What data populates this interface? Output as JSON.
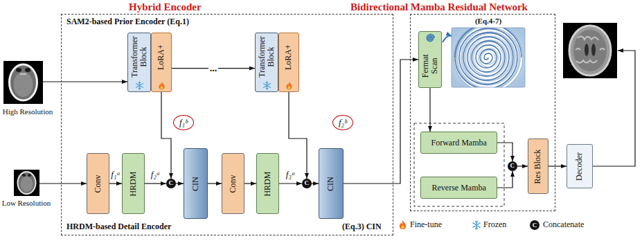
{
  "diagram": {
    "nodes": [
      {
        "text": [
          "Hybrid Encoder"
        ]
      },
      {
        "text": [
          "Transformer Block"
        ],
        "in": 0
      },
      {
        "text": [
          "LoRA+"
        ],
        "in": 0
      },
      {
        "text": [
          "Transformer Block"
        ],
        "in": 0
      },
      {
        "text": [
          "LoRA+"
        ],
        "in": 0
      },
      {
        "text": [
          "f₁ᵇ"
        ],
        "in": 0
      },
      {
        "text": [
          "f₂ᵇ"
        ],
        "in": 0
      },
      {
        "text": [
          "Conv"
        ],
        "in": 0
      },
      {
        "text": [
          "HRDM"
        ],
        "in": 0
      },
      {
        "text": [
          "C"
        ],
        "in": 0
      },
      {
        "text": [
          "CIN"
        ],
        "in": 0
      },
      {
        "text": [
          "Conv"
        ],
        "in": 0
      },
      {
        "text": [
          "HRDM"
        ],
        "in": 0
      },
      {
        "text": [
          "C"
        ],
        "in": 0
      },
      {
        "text": [
          "CIN"
        ],
        "in": 0
      },
      {
        "text": [
          "Bidirectional Mamba Residual Network"
        ]
      },
      {
        "text": [
          "Fermat Scan"
        ],
        "in": 15
      },
      {
        "text": [
          "Forward Mamba"
        ],
        "in": 15
      },
      {
        "text": [
          "Reverse Mamba"
        ],
        "in": 15
      },
      {
        "text": [
          "C"
        ],
        "in": 15
      },
      {
        "text": [
          "Res Block"
        ],
        "in": 15
      },
      {
        "text": [
          "Decoder"
        ]
      }
    ],
    "edges": [
      {
        "from": 2,
        "to": 3,
        "arrow": "to",
        "label": "..."
      },
      {
        "from": 2,
        "to": 9,
        "arrow": "to"
      },
      {
        "from": 4,
        "to": 13,
        "arrow": "to"
      },
      {
        "from": 7,
        "to": 8,
        "arrow": "to",
        "label": "f₁ᵃ"
      },
      {
        "from": 8,
        "to": 9,
        "arrow": "to",
        "label": "f₂ᵃ"
      },
      {
        "from": 9,
        "to": 10,
        "arrow": "to"
      },
      {
        "from": 10,
        "to": 11,
        "arrow": "to"
      },
      {
        "from": 11,
        "to": 12,
        "arrow": "to"
      },
      {
        "from": 12,
        "to": 13,
        "arrow": "to",
        "label": "f₃ᵃ"
      },
      {
        "from": 13,
        "to": 14,
        "arrow": "to"
      },
      {
        "from": 14,
        "to": 16,
        "arrow": "to"
      },
      {
        "from": 16,
        "to": 17,
        "arrow": "to"
      },
      {
        "from": 17,
        "to": 19,
        "arrow": "to"
      },
      {
        "from": 18,
        "to": 19,
        "arrow": "to"
      },
      {
        "from": 19,
        "to": 20,
        "arrow": "to"
      },
      {
        "from": 20,
        "to": 21,
        "arrow": "to"
      }
    ],
    "labels": [
      "SAM2-based Prior Encoder (Eq.1)",
      "High Resolution",
      "Low Resolution",
      "HRDM-based Detail Encoder",
      "(Eq.3) CIN",
      "(Eq.4-7)",
      "C"
    ],
    "legend": [
      {
        "text": "Fine-tune"
      },
      {
        "text": "Frozen"
      },
      {
        "text": "Concatenate"
      }
    ]
  }
}
